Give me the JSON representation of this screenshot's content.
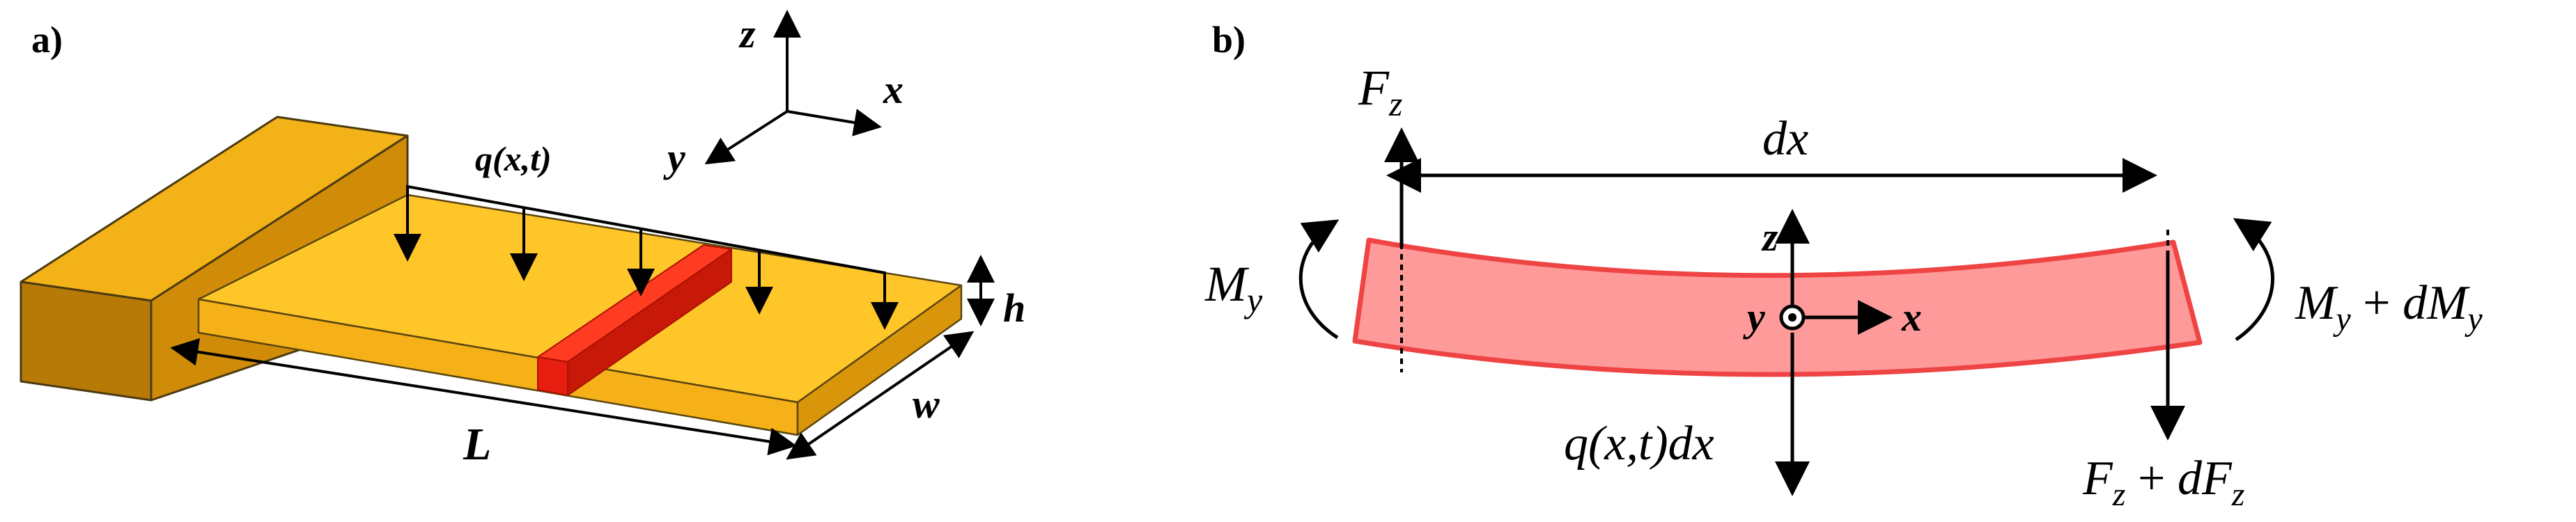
{
  "panel_a": {
    "label": "a)",
    "axes": {
      "z": "z",
      "x": "x",
      "y": "y"
    },
    "load": "q(x,t)",
    "length": "L",
    "width": "w",
    "thickness": "h",
    "colors": {
      "clamp": "#e8a50c",
      "beam": "#ffc62a",
      "beam_dark": "#d9960a",
      "element": "#ff2a1a"
    }
  },
  "panel_b": {
    "label": "b)",
    "element_length": "dx",
    "axes": {
      "z": "z",
      "y": "y",
      "x": "x"
    },
    "left_shear": {
      "base": "F",
      "sub": "z"
    },
    "left_moment": {
      "base": "M",
      "sub": "y"
    },
    "right_moment": {
      "base": "M",
      "sub": "y",
      "plus": " + ",
      "dbase": "dM",
      "dsub": "y"
    },
    "right_shear": {
      "base": "F",
      "sub": "z",
      "plus": " + ",
      "dbase": "dF",
      "dsub": "z"
    },
    "load": "q(x,t)dx",
    "colors": {
      "element_fill": "#ff9a9a",
      "element_stroke": "#ee4444"
    }
  }
}
